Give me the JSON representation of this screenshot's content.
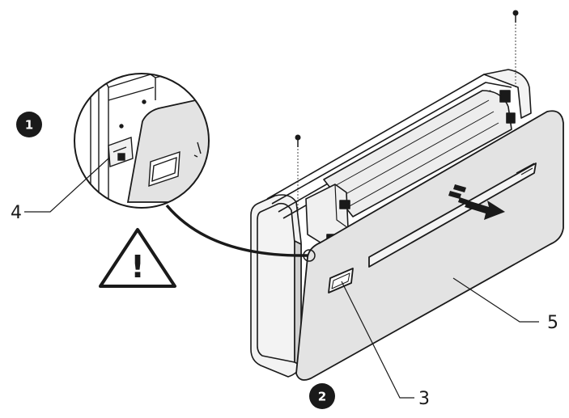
{
  "diagram": {
    "steps": [
      {
        "number": "1"
      },
      {
        "number": "2"
      }
    ],
    "callouts": [
      {
        "label": "4"
      },
      {
        "label": "5"
      },
      {
        "label": "3"
      }
    ],
    "warning_glyph": "!",
    "icons": [
      "warning-triangle-icon",
      "screw-icon",
      "removal-arrow-icon"
    ],
    "colors": {
      "panel_fill": "#e3e3e3",
      "line": "#1a1a1a",
      "badge": "#1a1a1a",
      "background": "#ffffff"
    }
  }
}
